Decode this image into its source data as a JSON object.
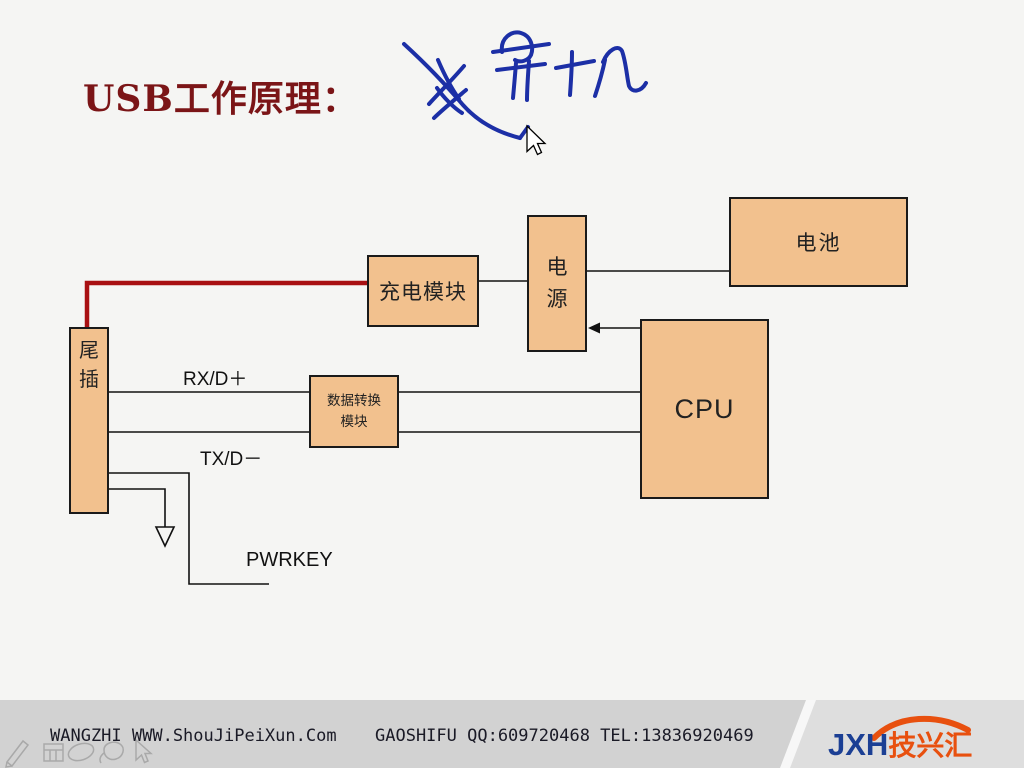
{
  "title": "USB工作原理：",
  "diagram": {
    "boxes": {
      "tail_plug": {
        "label": "尾插"
      },
      "charge_module": {
        "label": "充电模块"
      },
      "power": {
        "label": "电源"
      },
      "battery": {
        "label": "电池"
      },
      "data_converter": {
        "label": "数据转换模块"
      },
      "cpu": {
        "label": "CPU"
      }
    },
    "wire_labels": {
      "rx": "RX/D＋",
      "tx": "TX/D－",
      "pwrkey": "PWRKEY"
    },
    "annotation": {
      "type": "handwritten-ink",
      "ink_color": "#1c2fa6"
    }
  },
  "footer": {
    "left_text": "WANGZHI WWW.ShouJiPeiXun.Com",
    "right_text": "GAOSHIFU QQ:609720468 TEL:13836920469",
    "logo": {
      "latin": "JXH",
      "cjk": "技兴汇"
    },
    "tools": [
      "pencil",
      "board",
      "ellipse",
      "lasso",
      "cursor"
    ]
  },
  "colors": {
    "canvas_bg": "#f5f5f3",
    "title": "#7b1517",
    "box_fill": "#f2c18e",
    "box_border": "#1a1a1a",
    "wire": "#111111",
    "highlight_wire": "#a81012",
    "ink": "#1c2fa6",
    "footer_bg": "#d2d2d2",
    "logo_blue": "#1b3f94",
    "logo_orange": "#e8500f"
  }
}
